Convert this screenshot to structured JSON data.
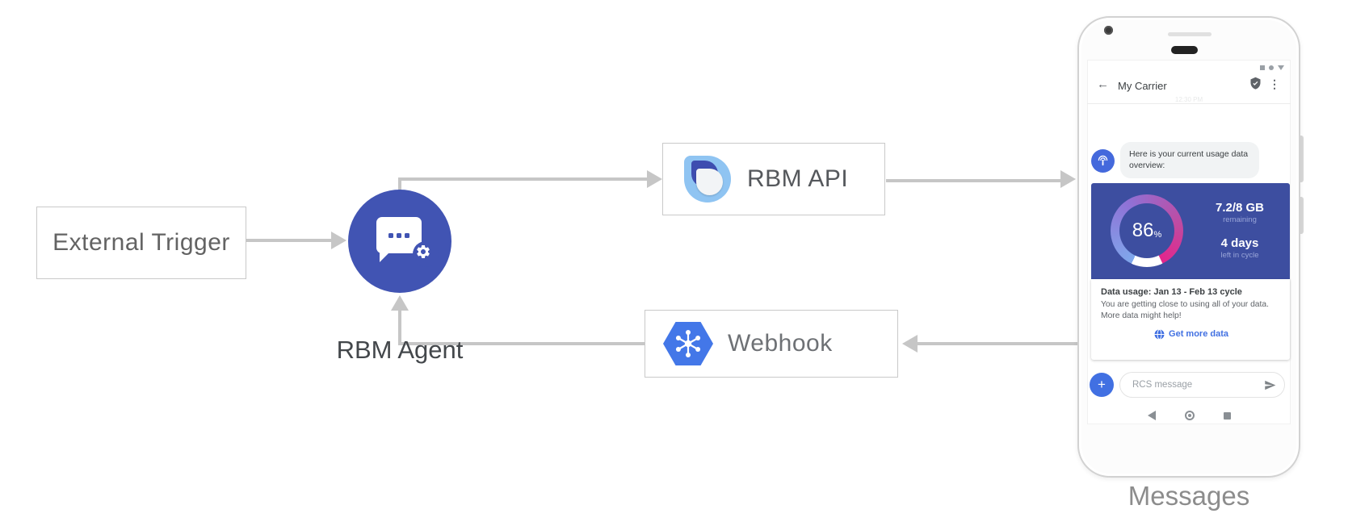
{
  "diagram": {
    "external_trigger_label": "External Trigger",
    "rbm_agent_label": "RBM Agent",
    "rbm_api_label": "RBM API",
    "webhook_label": "Webhook",
    "phone_caption": "Messages"
  },
  "phone": {
    "header": {
      "back_glyph": "←",
      "title": "My Carrier",
      "menu_glyph": "⋮",
      "timestamp": "12:30 PM"
    },
    "chat": {
      "agent_message": "Here is your current usage data overview:",
      "usage_card": {
        "percent_value": "86",
        "percent_unit": "%",
        "remaining_value": "7.2/8 GB",
        "remaining_label": "remaining",
        "days_value": "4 days",
        "days_label": "left in cycle"
      },
      "info_card": {
        "title": "Data usage: Jan 13 - Feb 13 cycle",
        "body": "You are getting close to using all of your data. More data might help!",
        "action_label": "Get more data"
      }
    },
    "composer": {
      "plus_glyph": "+",
      "placeholder": "RCS message"
    }
  },
  "colors": {
    "agent_circle": "#4154B3",
    "usage_card_bg": "#3D4EA0",
    "action_blue": "#4170E2",
    "avatar_blue": "#4469DC",
    "webhook_hexagon": "#4377E8",
    "rbm_logo_light": "#8FC4F2",
    "rbm_logo_dark": "#3E4DB0",
    "arrow_gray": "#C6C6C6",
    "gauge_gradient": [
      "#7FA8EC",
      "#8F72D6",
      "#E3258C",
      "#FFFFFF"
    ]
  }
}
